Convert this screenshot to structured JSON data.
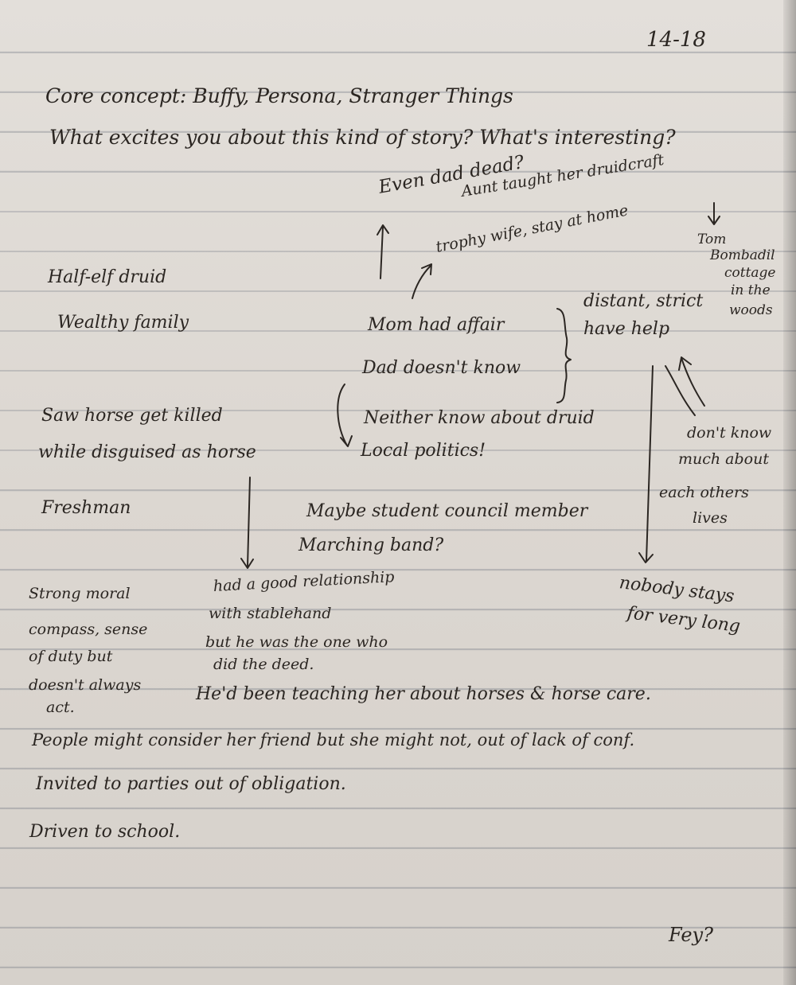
{
  "page_number": "14-18",
  "heading": {
    "core_concept": "Core concept:  Buffy, Persona, Stranger Things",
    "question": "What excites you about this kind of story? What's interesting?"
  },
  "left_notes": {
    "half_elf": "Half-elf druid",
    "wealthy": "Wealthy family",
    "horse_1": "Saw horse get killed",
    "horse_2": "while disguised as horse",
    "freshman": "Freshman",
    "moral_1": "Strong moral",
    "moral_2": "compass, sense",
    "moral_3": "of duty but",
    "moral_4": "doesn't always",
    "moral_5": "act."
  },
  "family_notes": {
    "dead": "Even dad dead?",
    "aunt": "Aunt taught her druidcraft",
    "trophy": "trophy wife, stay at home",
    "mom": "Mom had affair",
    "dad": "Dad doesn't know",
    "neither": "Neither know about druid",
    "politics": "Local politics!",
    "distant": "distant, strict",
    "help": "have help",
    "tom_1": "Tom",
    "tom_2": "Bombadil",
    "tom_3": "cottage",
    "tom_4": "in the",
    "tom_5": "woods",
    "dontknow_1": "don't know",
    "dontknow_2": "much about",
    "dontknow_3": "each others",
    "dontknow_4": "lives",
    "student": "Maybe student council member",
    "band": "Marching band?",
    "nobody_1": "nobody stays",
    "nobody_2": "for very long"
  },
  "stable_notes": {
    "line1": "had a good relationship",
    "line2": "with stablehand",
    "line3": "but he was the one who",
    "line4": "did the deed."
  },
  "bottom_notes": {
    "teaching": "He'd been teaching her about horses & horse care.",
    "friend": "People might consider her friend but she might not, out of lack of conf.",
    "invited": "Invited to parties out of obligation.",
    "driven": "Driven to school.",
    "fey": "Fey?"
  }
}
